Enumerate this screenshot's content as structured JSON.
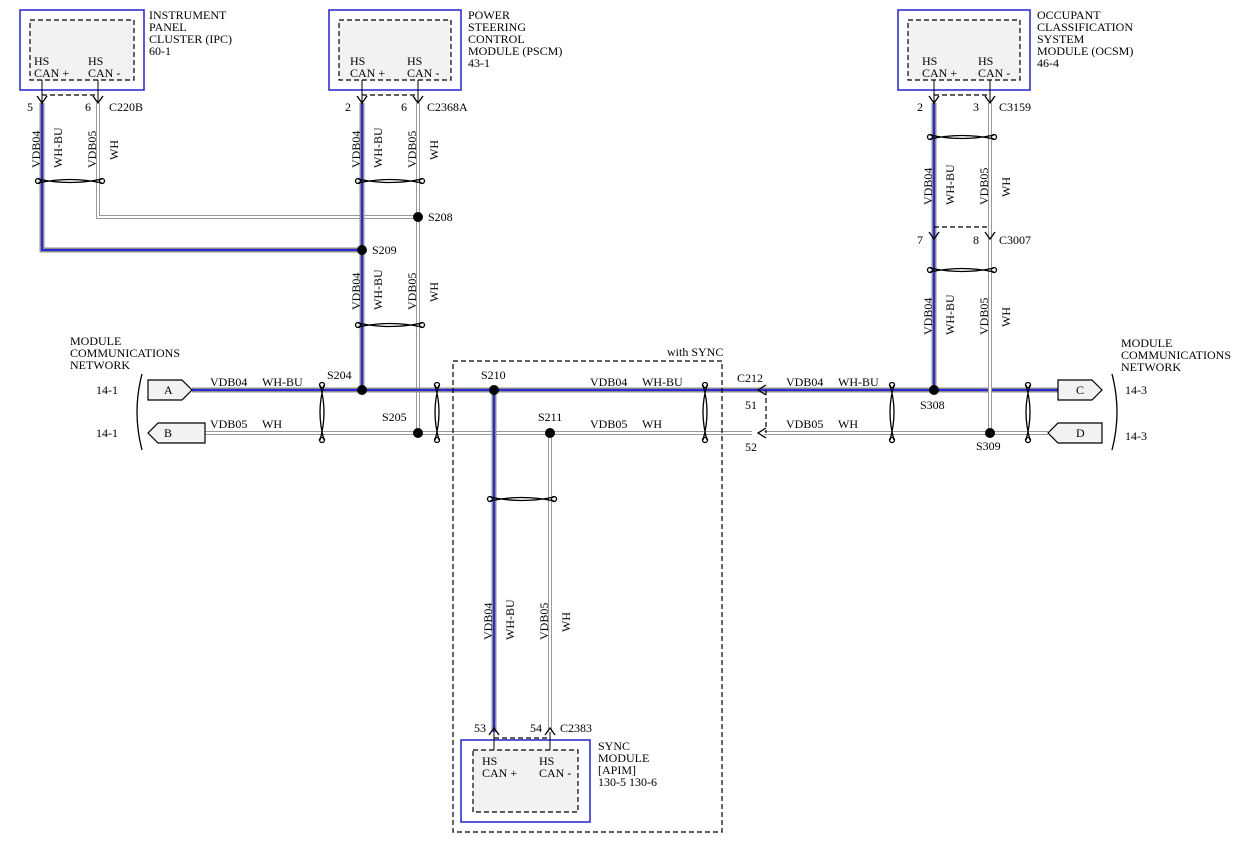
{
  "modules": {
    "ipc": {
      "name_lines": [
        "INSTRUMENT",
        "PANEL",
        "CLUSTER (IPC)",
        "60-1"
      ],
      "pin_a": "HS",
      "pin_a2": "CAN +",
      "pin_b": "HS",
      "pin_b2": "CAN -",
      "pin_num_a": "5",
      "pin_num_b": "6",
      "connector": "C220B"
    },
    "pscm": {
      "name_lines": [
        "POWER",
        "STEERING",
        "CONTROL",
        "MODULE (PSCM)",
        "43-1"
      ],
      "pin_a": "HS",
      "pin_a2": "CAN +",
      "pin_b": "HS",
      "pin_b2": "CAN -",
      "pin_num_a": "2",
      "pin_num_b": "6",
      "connector": "C2368A"
    },
    "ocsm": {
      "name_lines": [
        "OCCUPANT",
        "CLASSIFICATION",
        "SYSTEM",
        "MODULE (OCSM)",
        "46-4"
      ],
      "pin_a": "HS",
      "pin_a2": "CAN +",
      "pin_b": "HS",
      "pin_b2": "CAN -",
      "pin_num_a": "2",
      "pin_num_b": "3",
      "connector": "C3159"
    },
    "sync": {
      "name_lines": [
        "SYNC",
        "MODULE",
        "[APIM]",
        "130-5  130-6"
      ],
      "pin_a": "HS",
      "pin_a2": "CAN +",
      "pin_b": "HS",
      "pin_b2": "CAN -",
      "pin_num_a": "53",
      "pin_num_b": "54",
      "connector": "C2383"
    }
  },
  "wires": {
    "plus_circuit": "VDB04",
    "plus_color": "WH-BU",
    "minus_circuit": "VDB05",
    "minus_color": "WH"
  },
  "splices": {
    "s204": "S204",
    "s205": "S205",
    "s208": "S208",
    "s209": "S209",
    "s210": "S210",
    "s211": "S211",
    "s308": "S308",
    "s309": "S309"
  },
  "inline_connectors": {
    "c3007": "C3007",
    "c3007_pin_a": "7",
    "c3007_pin_b": "8",
    "c212": "C212",
    "c212_pin_a": "51",
    "c212_pin_b": "52"
  },
  "network_left": {
    "lines": [
      "MODULE",
      "COMMUNICATIONS",
      "NETWORK"
    ],
    "ref_a": "14-1",
    "ref_b": "14-1",
    "tag_a": "A",
    "tag_b": "B"
  },
  "network_right": {
    "lines": [
      "MODULE",
      "COMMUNICATIONS",
      "NETWORK"
    ],
    "ref_c": "14-3",
    "ref_d": "14-3",
    "tag_c": "C",
    "tag_d": "D"
  },
  "sync_option": "with SYNC"
}
